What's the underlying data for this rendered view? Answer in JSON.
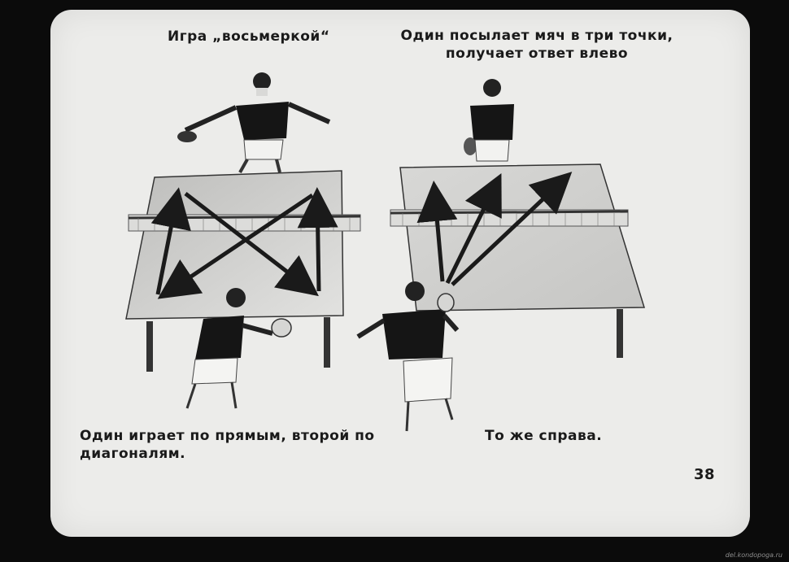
{
  "slide": {
    "left_title": "Игра „восьмеркой“",
    "right_title_line1": "Один посылает мяч в три точки,",
    "right_title_line2": "получает ответ влево",
    "left_caption": "Один играет по прямым, второй по диагоналям.",
    "right_caption": "То же справа.",
    "page_number": "38"
  },
  "watermark": "del.kondopoga.ru",
  "colors": {
    "background": "#0b0b0b",
    "slide": "#ececea",
    "ink": "#1a1a1a"
  }
}
